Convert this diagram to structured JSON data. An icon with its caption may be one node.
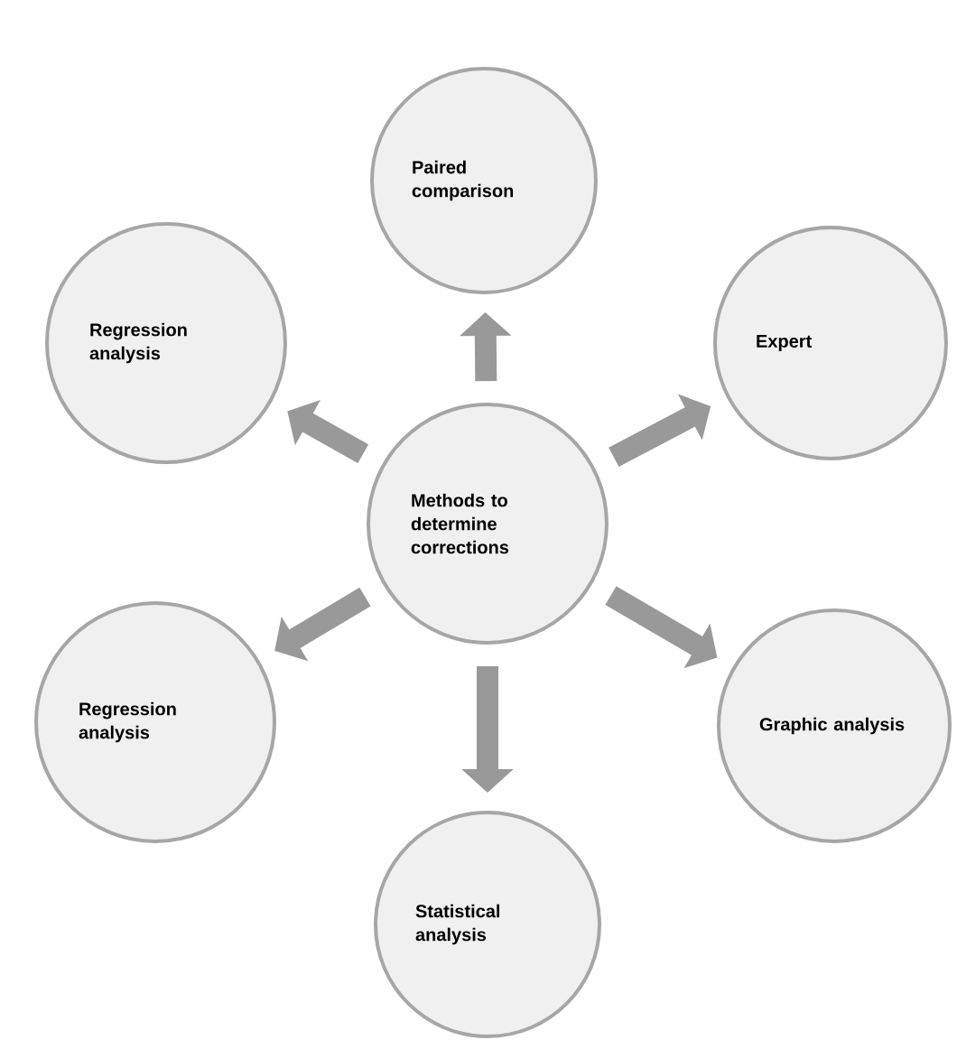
{
  "diagram": {
    "nodes": [
      {
        "text": [
          "Methods to determine corrections"
        ]
      },
      {
        "text": [
          "Paired comparison"
        ]
      },
      {
        "text": [
          "Regression analysis"
        ]
      },
      {
        "text": [
          "Expert"
        ]
      },
      {
        "text": [
          "Regression analysis"
        ]
      },
      {
        "text": [
          "Graphic analysis"
        ]
      },
      {
        "text": [
          "Statistical analysis"
        ]
      }
    ],
    "edges": [
      {
        "from": 0,
        "to": 1,
        "arrow": "to"
      },
      {
        "from": 0,
        "to": 2,
        "arrow": "to"
      },
      {
        "from": 0,
        "to": 3,
        "arrow": "to"
      },
      {
        "from": 0,
        "to": 4,
        "arrow": "to"
      },
      {
        "from": 0,
        "to": 5,
        "arrow": "to"
      },
      {
        "from": 0,
        "to": 6,
        "arrow": "to"
      }
    ]
  }
}
